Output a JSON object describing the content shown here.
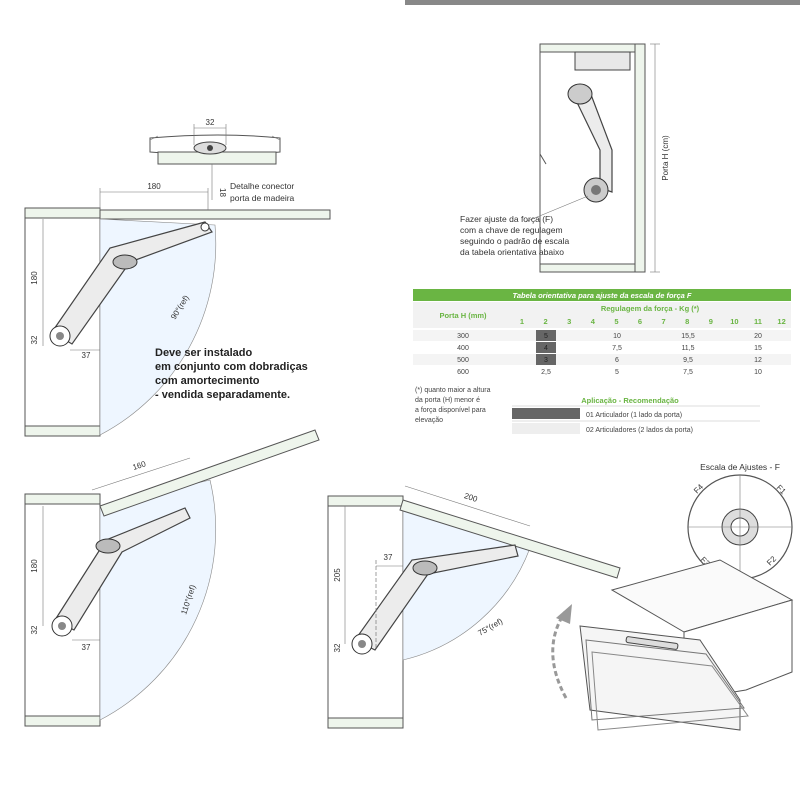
{
  "figure_1": {
    "connector_width": "32",
    "connector_height": "18",
    "connector_label_line1": "Detalhe conector",
    "connector_label_line2": "porta de madeira",
    "dim_top": "180",
    "dim_left": "180",
    "dim_bottom": "32",
    "dim_offset": "37",
    "angle_label": "90°(ref)"
  },
  "install_note": [
    "Deve ser instalado",
    "em conjunto com dobradiças",
    "com amortecimento",
    "- vendida separadamente."
  ],
  "figure_2": {
    "dim_top": "160",
    "dim_left": "180",
    "dim_bottom": "32",
    "dim_offset": "37",
    "angle_label": "110°(ref)"
  },
  "figure_3": {
    "dim_top": "200",
    "dim_left": "205",
    "dim_bottom": "32",
    "dim_offset": "37",
    "angle_label": "75°(ref)"
  },
  "side_view": {
    "height_label": "Porta H (cm)",
    "adjust_note": [
      "Fazer ajuste da força (F)",
      "com a chave de regulagem",
      "seguindo o padrão de escala",
      "da tabela orientativa abaixo"
    ]
  },
  "table": {
    "title": "Tabela orientativa para ajuste da escala de força F",
    "col_header": "Porta H (mm)",
    "group_header": "Regulagem da força - Kg (*)",
    "scale": [
      "1",
      "2",
      "3",
      "4",
      "5",
      "6",
      "7",
      "8",
      "9",
      "10",
      "11",
      "12"
    ],
    "rows": [
      {
        "h": "300",
        "v1": "5",
        "v2": "10",
        "v3": "15,5",
        "v4": "20"
      },
      {
        "h": "400",
        "v1": "4",
        "v2": "7,5",
        "v3": "11,5",
        "v4": "15"
      },
      {
        "h": "500",
        "v1": "3",
        "v2": "6",
        "v3": "9,5",
        "v4": "12"
      },
      {
        "h": "600",
        "v1": "2,5",
        "v2": "5",
        "v3": "7,5",
        "v4": "10"
      }
    ],
    "footnote": [
      "(*) quanto maior a altura",
      "da porta (H) menor é",
      "a força disponível para",
      "elevação"
    ],
    "application_title": "Aplicação - Recomendação",
    "application_1": "01 Articulador (1 lado da porta)",
    "application_2": "02 Articuladores (2 lados da porta)"
  },
  "adjust_scale": {
    "title": "Escala de Ajustes - F",
    "f1": "F1",
    "f2": "F2",
    "f3": "F3",
    "f4": "F4"
  },
  "colors": {
    "accent_green": "#6ab543",
    "panel_fill": "#eef5ec",
    "dark_grey": "#555555"
  }
}
